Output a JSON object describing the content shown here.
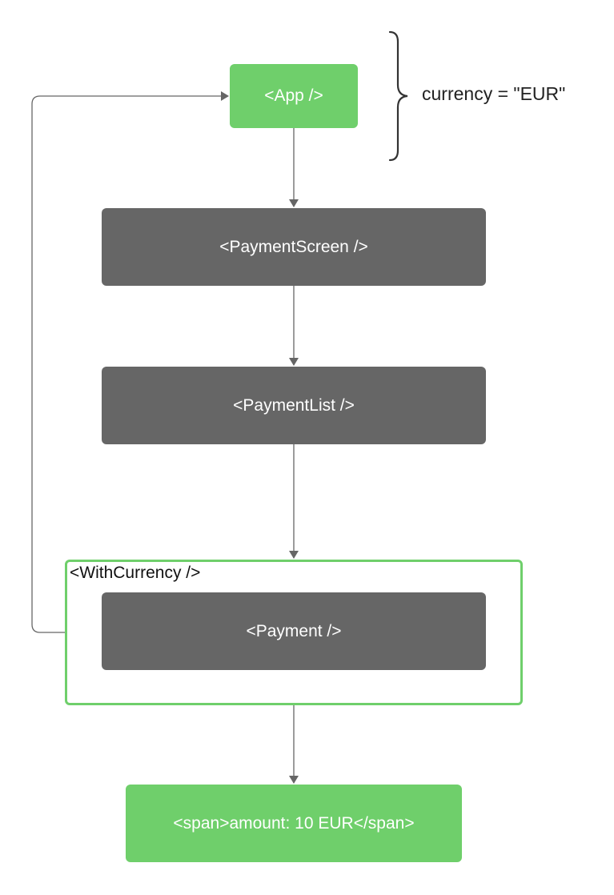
{
  "nodes": {
    "app": "<App />",
    "payment_screen": "<PaymentScreen />",
    "payment_list": "<PaymentList />",
    "with_currency": "<WithCurrency />",
    "payment": "<Payment />",
    "span": "<span>amount: 10 EUR</span>"
  },
  "annotation": {
    "context_value": "currency = \"EUR\""
  },
  "colors": {
    "green": "#6fcf6b",
    "dark": "#666666",
    "connector": "#666666"
  }
}
